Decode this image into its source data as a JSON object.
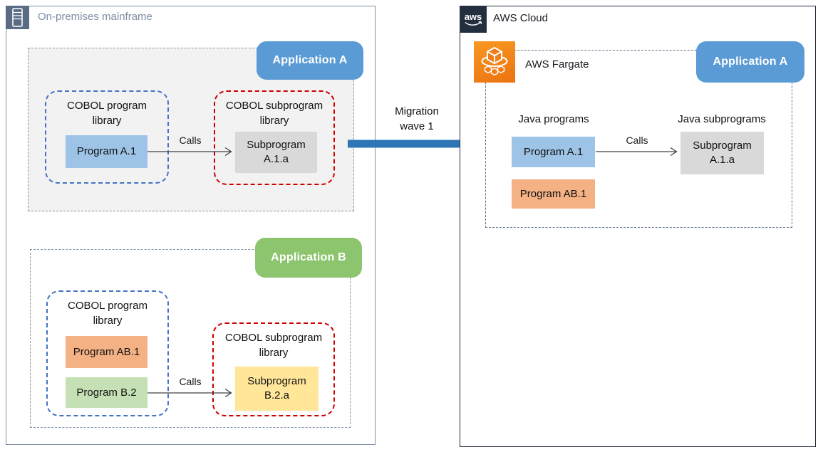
{
  "onprem": {
    "title": "On-premises mainframe",
    "app_a": {
      "label": "Application A",
      "program_library": "COBOL program library",
      "subprogram_library": "COBOL subprogram library",
      "program_a1": "Program A.1",
      "subprogram_a1a": "Subprogram A.1.a",
      "calls": "Calls"
    },
    "app_b": {
      "label": "Application B",
      "program_library": "COBOL program library",
      "subprogram_library": "COBOL subprogram library",
      "program_ab1": "Program AB.1",
      "program_b2": "Program B.2",
      "subprogram_b2a": "Subprogram B.2.a",
      "calls": "Calls"
    }
  },
  "migration": {
    "line1": "Migration",
    "line2": "wave 1"
  },
  "aws": {
    "logo_text": "aws",
    "title": "AWS Cloud",
    "fargate_label": "AWS Fargate",
    "app_a": {
      "label": "Application A",
      "programs_title": "Java programs",
      "subprograms_title": "Java subprograms",
      "program_a1": "Program A.1",
      "program_ab1": "Program AB.1",
      "subprogram_a1a": "Subprogram A.1.a",
      "calls": "Calls"
    }
  },
  "colors": {
    "app_label_blue": "#5b9bd5",
    "app_label_green": "#8cc56d",
    "program_blue": "#9dc3e6",
    "program_orange": "#f4b183",
    "program_green": "#c5e0b4",
    "subprogram_gray": "#d9d9d9",
    "subprogram_yellow": "#ffe699",
    "migration_arrow_blue": "#2e75b6",
    "library_border_blue": "#4472c4",
    "library_border_red": "#cc0000",
    "aws_navy": "#232f3e",
    "fargate_orange": "#ec7211",
    "onprem_icon_slate": "#5a6c85"
  }
}
